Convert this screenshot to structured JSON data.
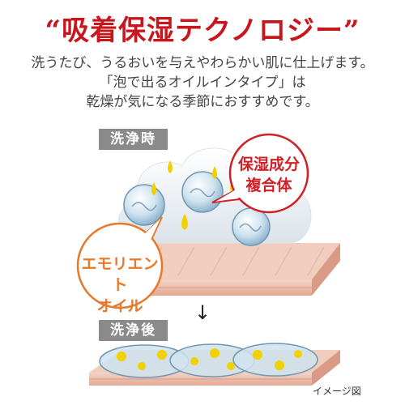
{
  "title": "“吸着保湿テクノロジー”",
  "description": [
    "洗うたび、うるおいを与えやわらかい肌に仕上げます。",
    "「泡で出るオイルインタイプ」は",
    "乾燥が気になる季節におすすめです。"
  ],
  "tags": {
    "before": "洗浄時",
    "after": "洗浄後"
  },
  "callouts": {
    "moisture": [
      "保湿成分",
      "複合体"
    ],
    "emollient": [
      "エモリエント",
      "オイル"
    ]
  },
  "arrow": "↓",
  "note": "イメージ図",
  "colors": {
    "title_red": "#c8161d",
    "tag_gray": "#8a8a8a",
    "callout_red": "#d21f26",
    "callout_orange": "#e8782a",
    "skin": "#e9b8a6",
    "oil_yellow": "#f2d100"
  }
}
